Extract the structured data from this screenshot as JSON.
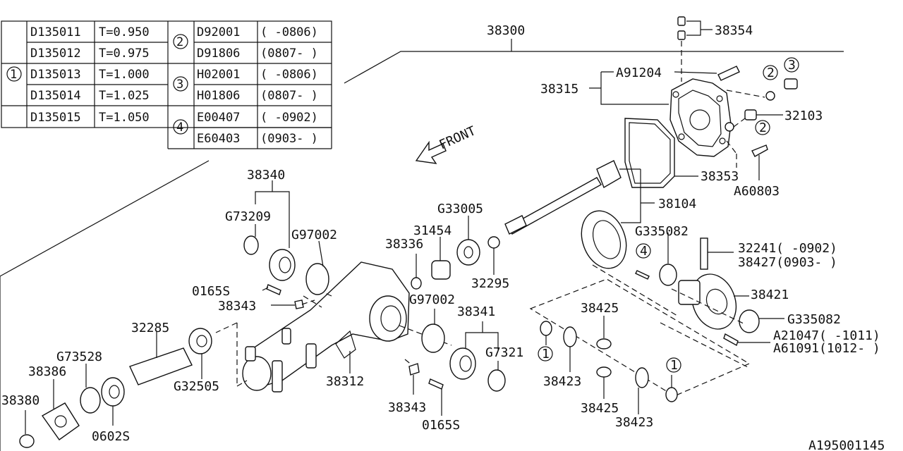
{
  "table": {
    "rows": [
      {
        "part": "D135011",
        "spec": "T=0.950"
      },
      {
        "part": "D135012",
        "spec": "T=0.975"
      },
      {
        "part": "D135013",
        "spec": "T=1.000"
      },
      {
        "part": "D135014",
        "spec": "T=1.025"
      },
      {
        "part": "D135015",
        "spec": "T=1.050"
      }
    ],
    "group1_marker": "1",
    "groups": [
      {
        "marker": "2",
        "rows": [
          {
            "part": "D92001",
            "range": "( -0806)"
          },
          {
            "part": "D91806",
            "range": "(0807- )"
          }
        ]
      },
      {
        "marker": "3",
        "rows": [
          {
            "part": "H02001",
            "range": "( -0806)"
          },
          {
            "part": "H01806",
            "range": "(0807- )"
          }
        ]
      },
      {
        "marker": "4",
        "rows": [
          {
            "part": "E00407",
            "range": "( -0902)"
          },
          {
            "part": "E60403",
            "range": "(0903- )"
          }
        ]
      }
    ]
  },
  "front_label": "FRONT",
  "callouts": {
    "c38300": "38300",
    "c38354": "38354",
    "c38315": "38315",
    "cA91204": "A91204",
    "c32103": "32103",
    "c38353": "38353",
    "cA60803": "A60803",
    "c38104": "38104",
    "c38340": "38340",
    "cG73209": "G73209",
    "cG97002a": "G97002",
    "c0165Sa": "0165S",
    "c38343a": "38343",
    "c32285": "32285",
    "cG73528": "G73528",
    "c38386": "38386",
    "c38380": "38380",
    "c0602S": "0602S",
    "cG32505": "G32505",
    "c38312": "38312",
    "c38336": "38336",
    "c31454": "31454",
    "cG33005": "G33005",
    "c32295": "32295",
    "cG97002b": "G97002",
    "c38341": "38341",
    "cG7321": "G7321",
    "c38343b": "38343",
    "c0165Sb": "0165S",
    "cG335082a": "G335082",
    "c32241": "32241( -0902)",
    "c38427": "38427(0903- )",
    "c38421": "38421",
    "cG335082b": "G335082",
    "cA21047": "A21047( -1011)",
    "cA61091": "A61091(1012- )",
    "c38425a": "38425",
    "c38423a": "38423",
    "c38425b": "38425",
    "c38423b": "38423",
    "m1a": "1",
    "m1b": "1",
    "m2a": "2",
    "m2b": "2",
    "m3": "3",
    "m4": "4"
  },
  "diagram_id": "A195001145"
}
